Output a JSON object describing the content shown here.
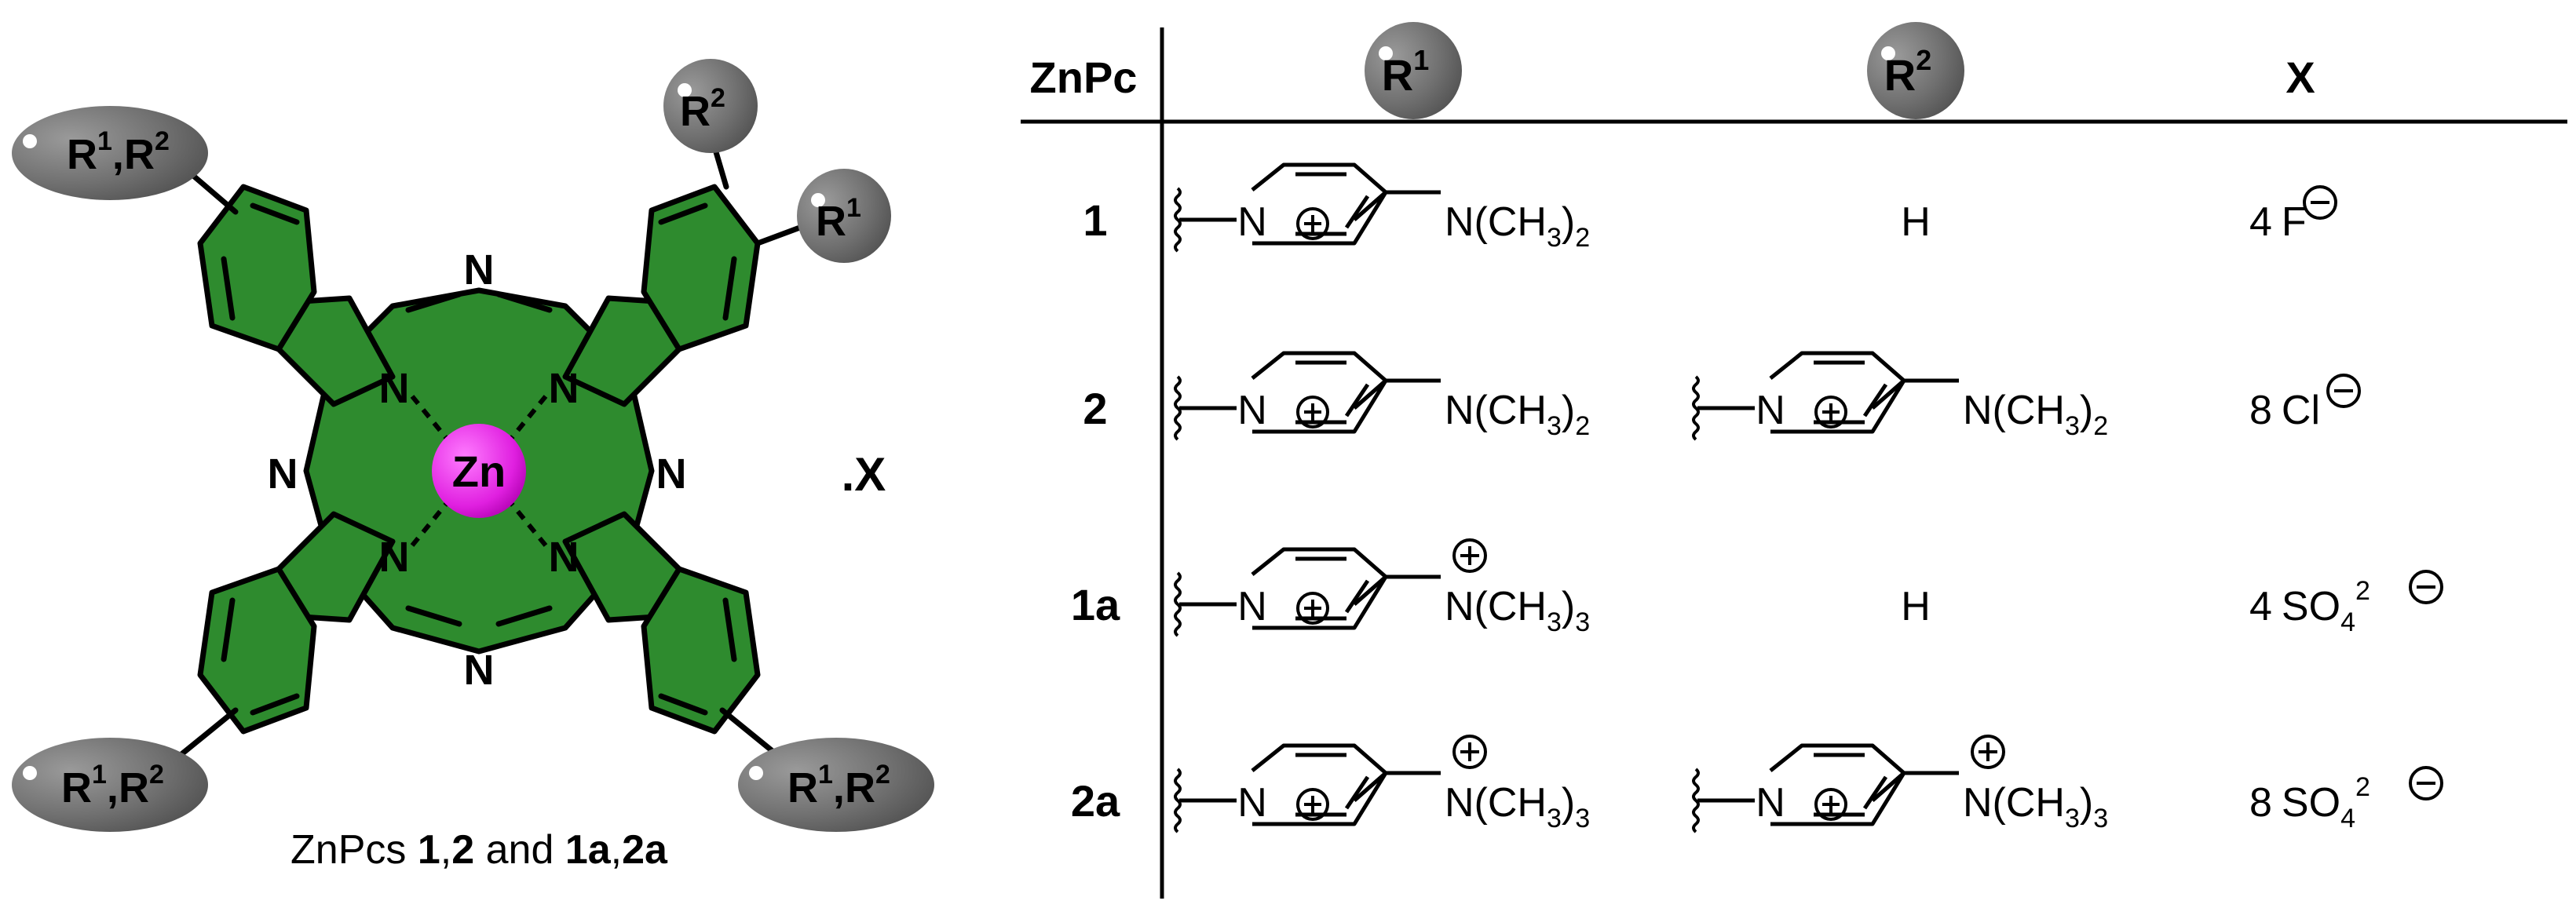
{
  "structure": {
    "metal": "Zn",
    "nitrogen": "N",
    "salt_label": ".X",
    "caption": {
      "prefix": "ZnPcs ",
      "c1": "1",
      "comma1": ",",
      "c2": "2",
      "and": " and ",
      "c3": "1a",
      "comma2": ",",
      "c4": "2a"
    },
    "substituent_pair": {
      "r1_base": "R",
      "r1_sup": "1",
      "sep": ",",
      "r2_base": "R",
      "r2_sup": "2"
    },
    "substituent_r1": {
      "base": "R",
      "sup": "1"
    },
    "substituent_r2": {
      "base": "R",
      "sup": "2"
    }
  },
  "table": {
    "header": {
      "compound": "ZnPc",
      "r1": {
        "base": "R",
        "sup": "1"
      },
      "r2": {
        "base": "R",
        "sup": "2"
      },
      "x": "X"
    },
    "rows": [
      {
        "id": "1",
        "r1": {
          "ring_n": "N",
          "amine": "N(CH",
          "sub": "3",
          "close": ")",
          "subcount": "2",
          "cationic_amine": false
        },
        "r2_text": "H",
        "x": {
          "count": "4",
          "ion": "F",
          "sub": "",
          "sup": ""
        }
      },
      {
        "id": "2",
        "r1": {
          "ring_n": "N",
          "amine": "N(CH",
          "sub": "3",
          "close": ")",
          "subcount": "2",
          "cationic_amine": false
        },
        "r2": {
          "ring_n": "N",
          "amine": "N(CH",
          "sub": "3",
          "close": ")",
          "subcount": "2",
          "cationic_amine": false
        },
        "x": {
          "count": "8",
          "ion": "Cl",
          "sub": "",
          "sup": ""
        }
      },
      {
        "id": "1a",
        "r1": {
          "ring_n": "N",
          "amine": "N(CH",
          "sub": "3",
          "close": ")",
          "subcount": "3",
          "cationic_amine": true
        },
        "r2_text": "H",
        "x": {
          "count": "4",
          "ion": "SO",
          "sub": "4",
          "sup": "2"
        }
      },
      {
        "id": "2a",
        "r1": {
          "ring_n": "N",
          "amine": "N(CH",
          "sub": "3",
          "close": ")",
          "subcount": "3",
          "cationic_amine": true
        },
        "r2": {
          "ring_n": "N",
          "amine": "N(CH",
          "sub": "3",
          "close": ")",
          "subcount": "3",
          "cationic_amine": true
        },
        "x": {
          "count": "8",
          "ion": "SO",
          "sub": "4",
          "sup": "2"
        }
      }
    ]
  },
  "colors": {
    "macrocycle": "#2e8b2e",
    "zinc": "#e020e0",
    "substituent_blob": "#707070",
    "ink": "#000000"
  }
}
